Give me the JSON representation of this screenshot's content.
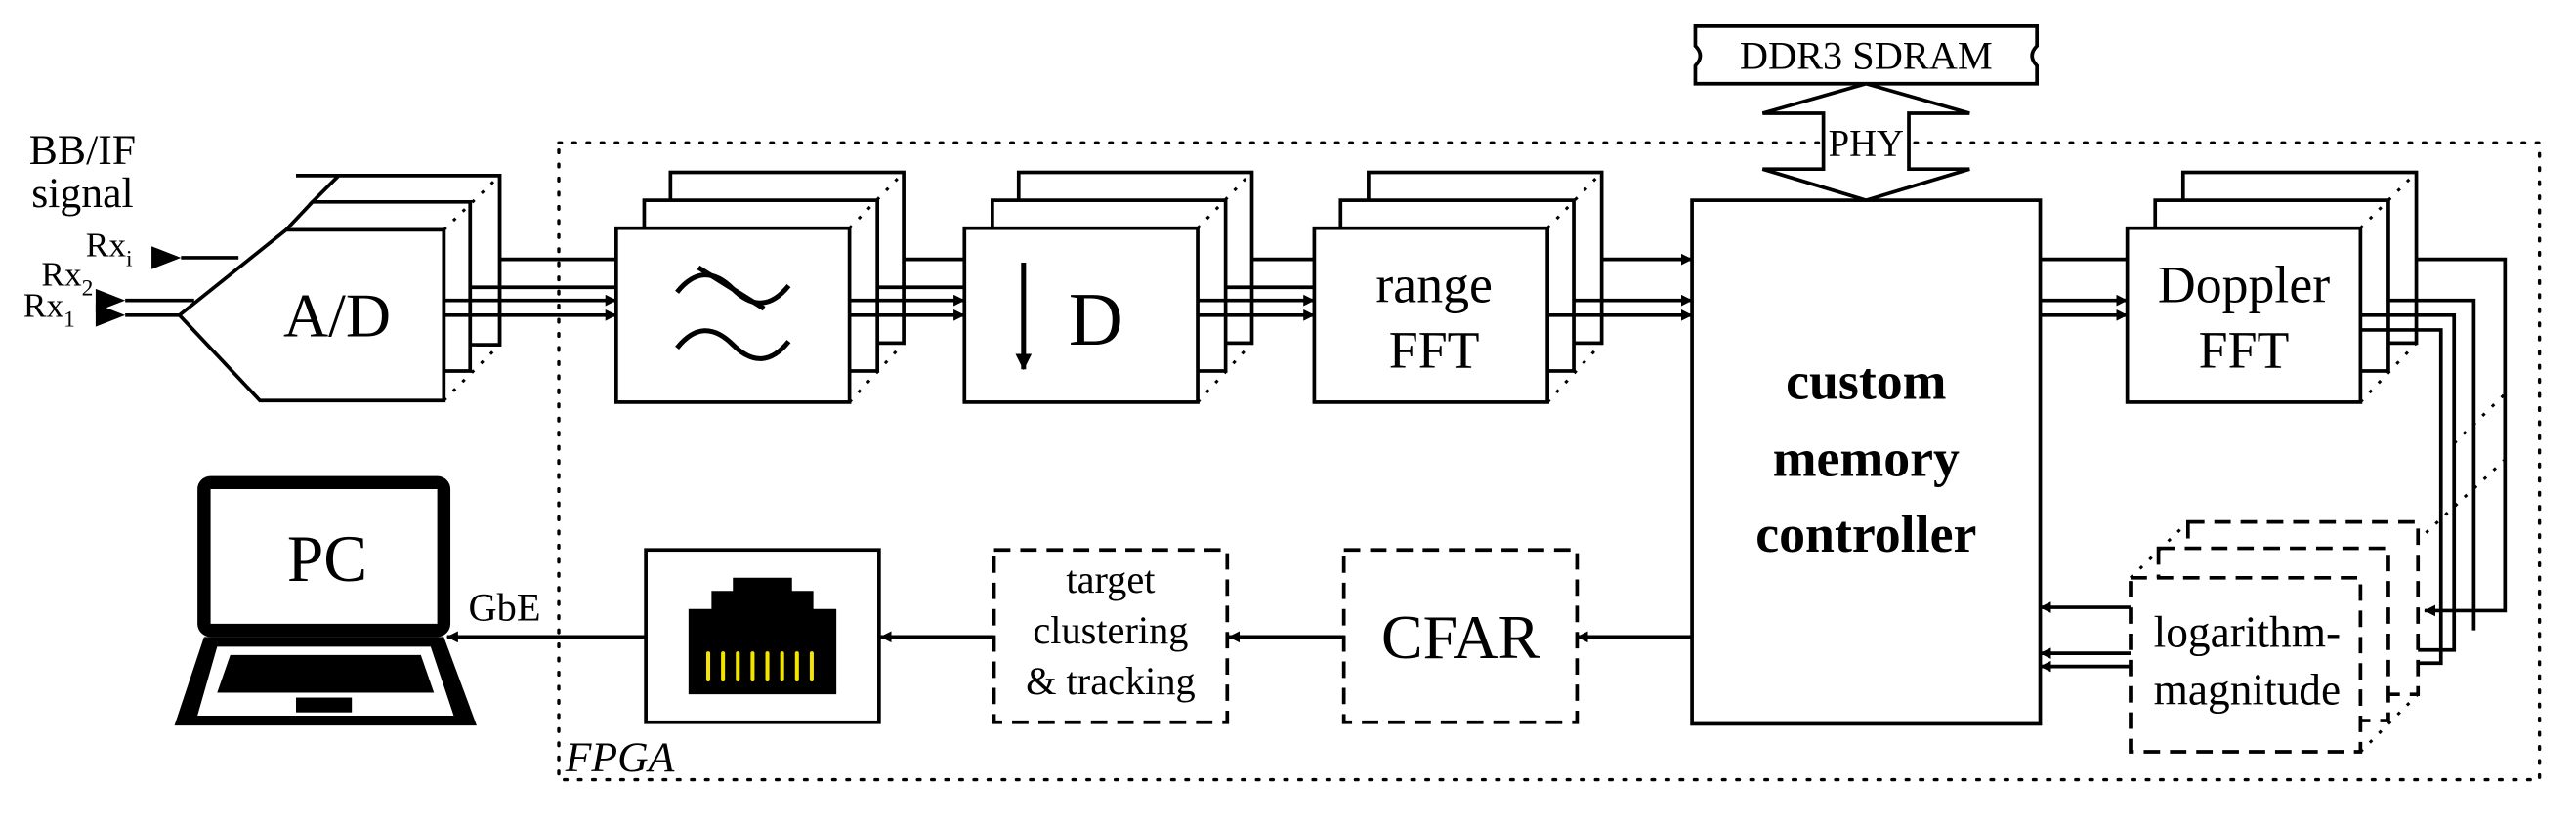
{
  "input": {
    "line1": "BB/IF",
    "line2": "signal",
    "rx_i": "Rx",
    "rx_i_sub": "i",
    "rx_2": "Rx",
    "rx_2_sub": "2",
    "rx_1": "Rx",
    "rx_1_sub": "1"
  },
  "blocks": {
    "adc": "A/D",
    "decimator": "D",
    "range_fft_1": "range",
    "range_fft_2": "FFT",
    "memory_controller_1": "custom",
    "memory_controller_2": "memory",
    "memory_controller_3": "controller",
    "doppler_fft_1": "Doppler",
    "doppler_fft_2": "FFT",
    "log_mag_1": "logarithm-",
    "log_mag_2": "magnitude",
    "cfar": "CFAR",
    "tracking_1": "target",
    "tracking_2": "clustering",
    "tracking_3": "& tracking",
    "pc": "PC"
  },
  "memory": {
    "ddr": "DDR3 SDRAM",
    "phy": "PHY"
  },
  "links": {
    "gbe": "GbE"
  },
  "fpga_label": "FPGA",
  "colors": {
    "stroke": "#000000",
    "background": "#ffffff",
    "rj45_pins": "#f2e600"
  }
}
